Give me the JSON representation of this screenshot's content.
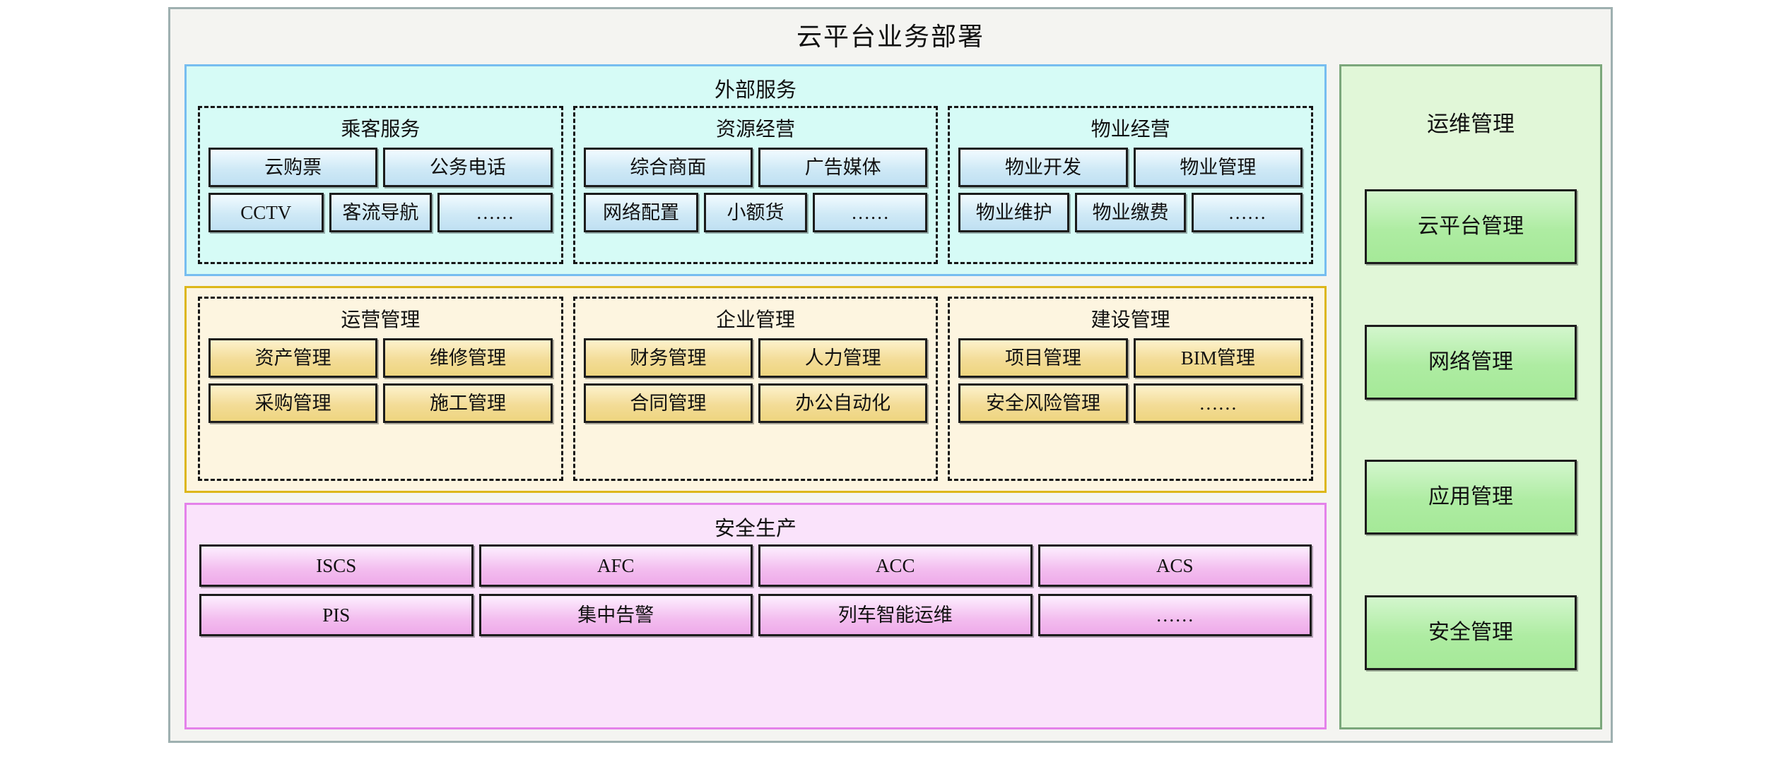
{
  "diagram": {
    "title": "云平台业务部署",
    "colors": {
      "frame_border": "#9eb0b0",
      "frame_bg": "#f4f4f1",
      "external_border": "#76bdf0",
      "external_bg": "#d6fbf6",
      "business_border": "#ddb71b",
      "business_bg": "#fdf5e0",
      "safety_border": "#e482ea",
      "safety_bg": "#fae3fb",
      "ops_border": "#7ba77b",
      "ops_bg": "#e1f7d8"
    }
  },
  "external": {
    "title": "外部服务",
    "groups": [
      {
        "title": "乘客服务",
        "row1": [
          "云购票",
          "公务电话"
        ],
        "row2": [
          "CCTV",
          "客流导航",
          "……"
        ]
      },
      {
        "title": "资源经营",
        "row1": [
          "综合商面",
          "广告媒体"
        ],
        "row2": [
          "网络配置",
          "小额货",
          "……"
        ]
      },
      {
        "title": "物业经营",
        "row1": [
          "物业开发",
          "物业管理"
        ],
        "row2": [
          "物业维护",
          "物业缴费",
          "……"
        ]
      }
    ]
  },
  "business": {
    "groups": [
      {
        "title": "运营管理",
        "row1": [
          "资产管理",
          "维修管理"
        ],
        "row2": [
          "采购管理",
          "施工管理"
        ]
      },
      {
        "title": "企业管理",
        "row1": [
          "财务管理",
          "人力管理"
        ],
        "row2": [
          "合同管理",
          "办公自动化"
        ]
      },
      {
        "title": "建设管理",
        "row1": [
          "项目管理",
          "BIM管理"
        ],
        "row2": [
          "安全风险管理",
          "……"
        ]
      }
    ]
  },
  "safety": {
    "title": "安全生产",
    "row1": [
      "ISCS",
      "AFC",
      "ACC",
      "ACS"
    ],
    "row2": [
      "PIS",
      "集中告警",
      "列车智能运维",
      "……"
    ]
  },
  "ops": {
    "title": "运维管理",
    "items": [
      "云平台管理",
      "网络管理",
      "应用管理",
      "安全管理"
    ]
  }
}
